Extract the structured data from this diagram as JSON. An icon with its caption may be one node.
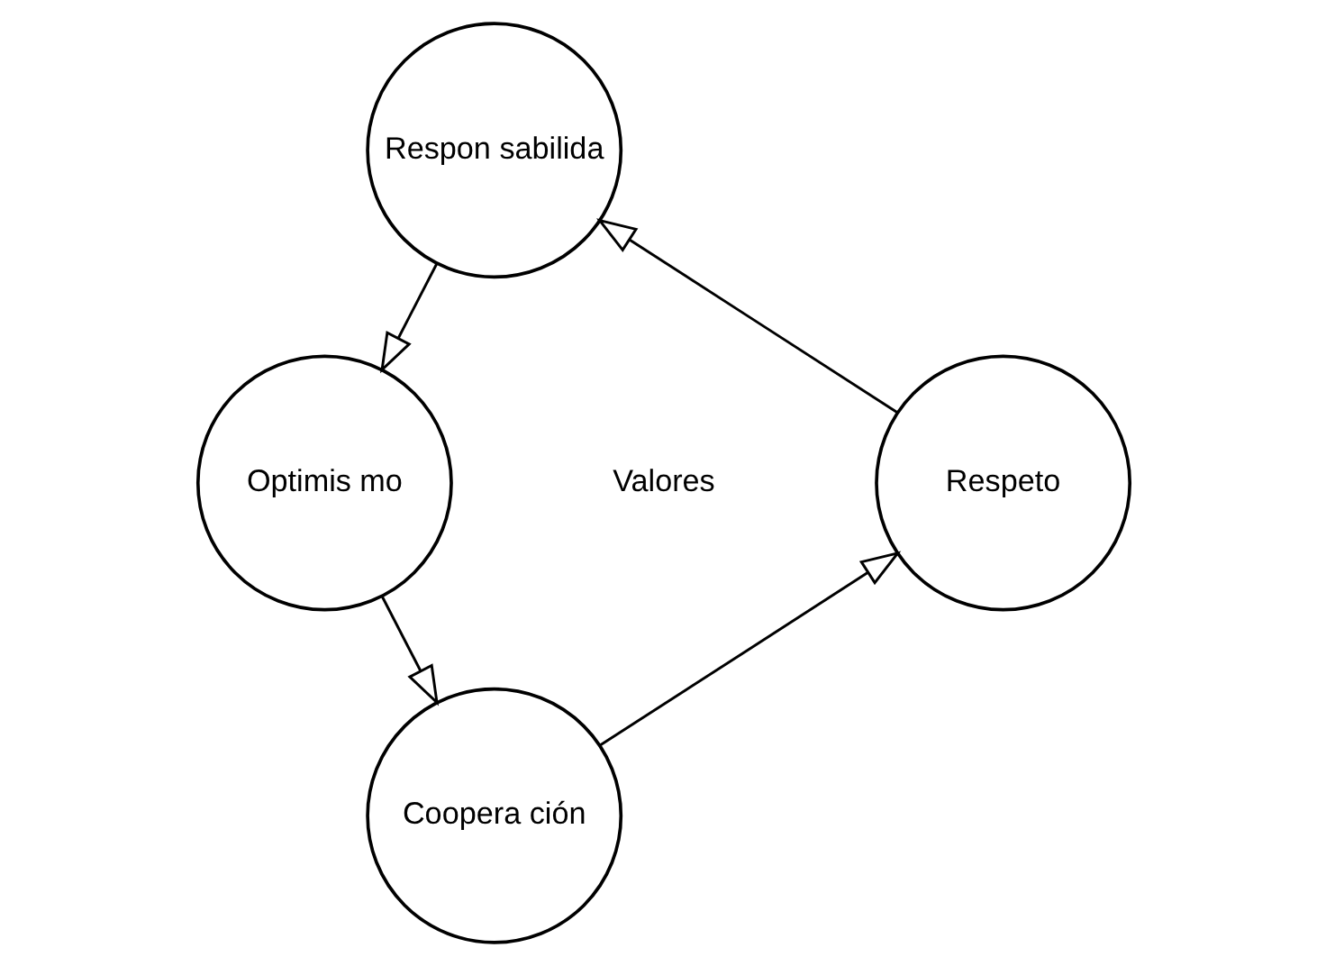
{
  "diagram": {
    "nodes": [
      {
        "text": [
          "Respon sabilida"
        ]
      },
      {
        "text": [
          "Optimis mo"
        ]
      },
      {
        "text": [
          "Coopera ción"
        ]
      },
      {
        "text": [
          "Respeto"
        ]
      }
    ],
    "edges": [
      {
        "from": 0,
        "to": 1,
        "arrow": "to"
      },
      {
        "from": 1,
        "to": 2,
        "arrow": "to"
      },
      {
        "from": 2,
        "to": 3,
        "arrow": "to"
      },
      {
        "from": 3,
        "to": 0,
        "arrow": "to"
      }
    ],
    "labels": [
      "Valores"
    ]
  }
}
